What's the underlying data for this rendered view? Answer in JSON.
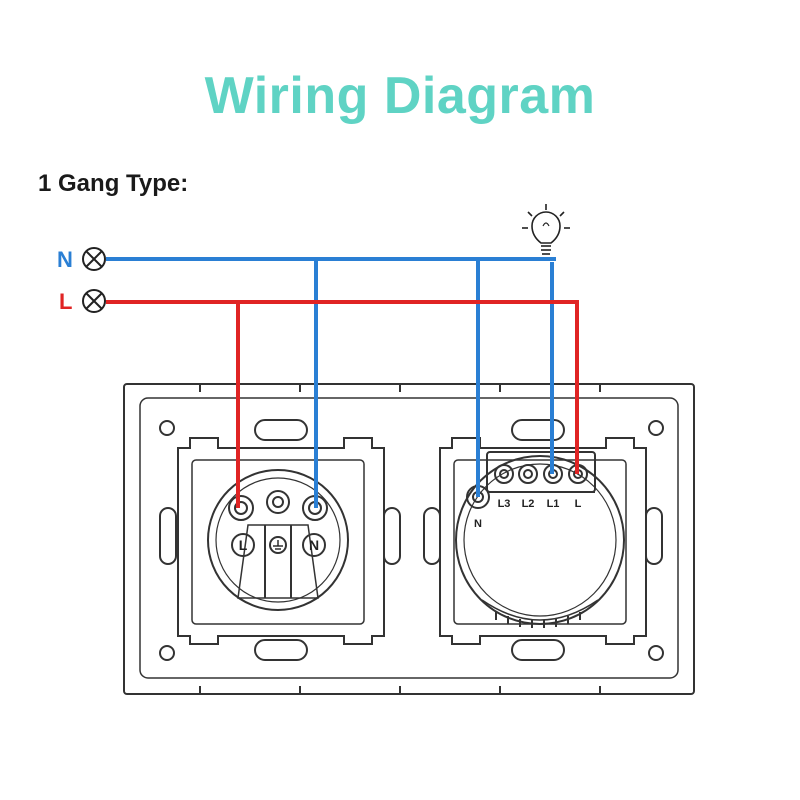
{
  "header": {
    "title": "Wiring Diagram",
    "subtitle": "1 Gang Type:"
  },
  "supply": {
    "neutral": {
      "label": "N",
      "color": "#2a7fd4"
    },
    "live": {
      "label": "L",
      "color": "#e02424"
    }
  },
  "socket": {
    "terminals": [
      "L",
      "N"
    ]
  },
  "switch": {
    "terminals": [
      "N",
      "L3",
      "L2",
      "L1",
      "L"
    ]
  },
  "colors": {
    "title": "#5fd3c4",
    "neutral_wire": "#2a7fd4",
    "live_wire": "#e02424",
    "outline": "#333333"
  },
  "icons": [
    "indicator-lamp-icon",
    "light-bulb-icon",
    "earth-icon"
  ]
}
